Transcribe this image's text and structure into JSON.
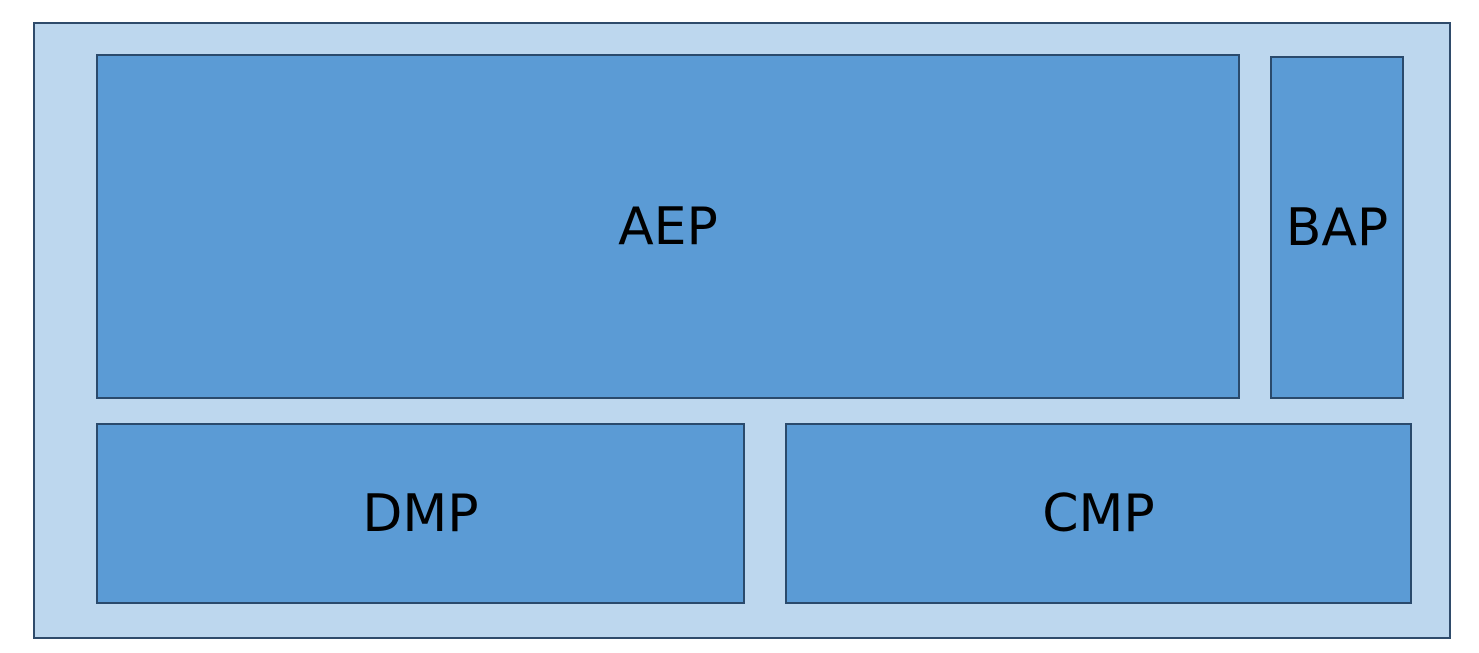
{
  "diagram": {
    "blocks": [
      {
        "id": "aep",
        "label": "AEP"
      },
      {
        "id": "bap",
        "label": "BAP"
      },
      {
        "id": "dmp",
        "label": "DMP"
      },
      {
        "id": "cmp",
        "label": "CMP"
      }
    ]
  },
  "colors": {
    "container_fill": "#bdd7ee",
    "container_border": "#2f4b6b",
    "block_fill": "#5b9bd5",
    "block_border": "#2a4a6c",
    "text": "#000000"
  }
}
